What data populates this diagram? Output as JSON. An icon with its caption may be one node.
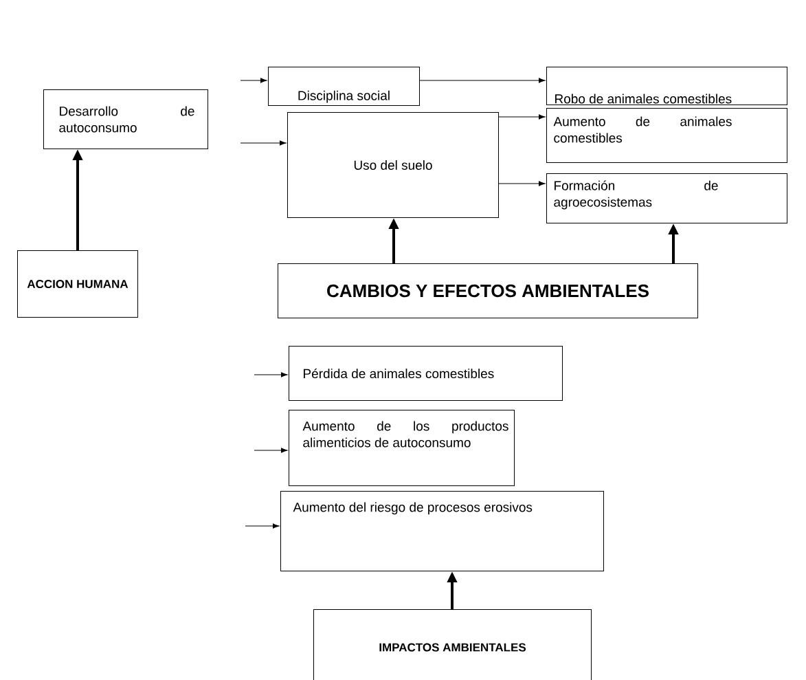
{
  "diagram": {
    "nodes": [
      {
        "text": [
          "Disciplina social"
        ]
      },
      {
        "text": [
          "Robo de animales comestibles"
        ]
      },
      {
        "text": [
          "Desarrollo de autoconsumo"
        ]
      },
      {
        "text": [
          "Aumento de animales comestibles"
        ]
      },
      {
        "text": [
          "Uso del suelo"
        ]
      },
      {
        "text": [
          "Formación de agroecosistemas"
        ]
      },
      {
        "text": [
          "ACCION HUMANA"
        ]
      },
      {
        "text": [
          "CAMBIOS Y EFECTOS AMBIENTALES"
        ]
      },
      {
        "text": [
          "Pérdida de animales comestibles"
        ]
      },
      {
        "text": [
          "Aumento de los productos alimenticios de autoconsumo"
        ]
      },
      {
        "text": [
          "Aumento del riesgo de procesos erosivos"
        ]
      },
      {
        "text": [
          "IMPACTOS AMBIENTALES"
        ]
      }
    ],
    "edges": [
      {
        "from": null,
        "to": 0,
        "arrow": "to"
      },
      {
        "from": 0,
        "to": 1,
        "arrow": "to"
      },
      {
        "from": null,
        "to": 4,
        "arrow": "to"
      },
      {
        "from": 4,
        "to": 3,
        "arrow": "to"
      },
      {
        "from": 4,
        "to": 5,
        "arrow": "to"
      },
      {
        "from": 6,
        "to": 2,
        "arrow": "to",
        "style": "thick"
      },
      {
        "from": 7,
        "to": 4,
        "arrow": "to",
        "style": "thick"
      },
      {
        "from": 7,
        "to": 5,
        "arrow": "to",
        "style": "thick"
      },
      {
        "from": null,
        "to": 8,
        "arrow": "to"
      },
      {
        "from": null,
        "to": 9,
        "arrow": "to"
      },
      {
        "from": null,
        "to": 10,
        "arrow": "to"
      },
      {
        "from": 11,
        "to": 10,
        "arrow": "to",
        "style": "thick"
      }
    ]
  }
}
